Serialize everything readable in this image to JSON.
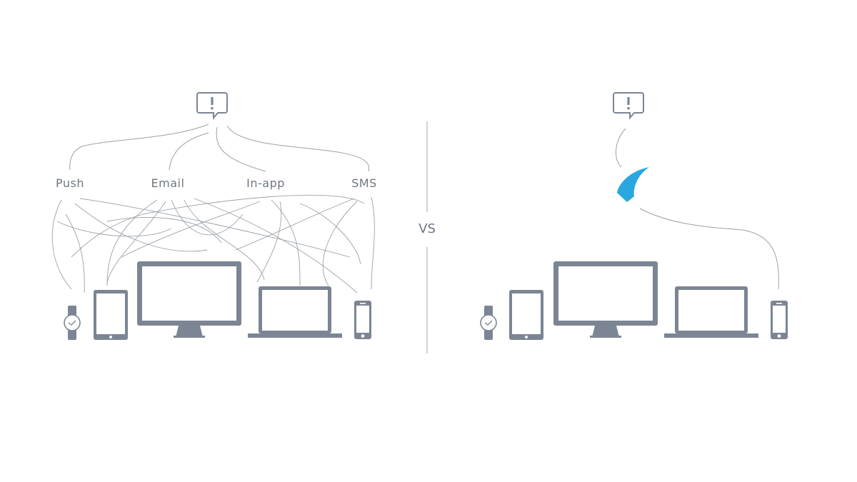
{
  "colors": {
    "device": "#7b8594",
    "line": "#9ba1a8",
    "label": "#6f7784",
    "accent": "#29a8e0",
    "divider": "#cfd2d6"
  },
  "left_panel": {
    "title": "Multiple channels",
    "alert_icon": "alert-bubble-icon",
    "channels": [
      "Push",
      "Email",
      "In-app",
      "SMS"
    ],
    "devices": [
      "watch",
      "tablet",
      "desktop-monitor",
      "laptop",
      "phone"
    ]
  },
  "divider": {
    "label": "VS"
  },
  "right_panel": {
    "alert_icon": "alert-bubble-icon",
    "hub_icon": "fin-logo-icon",
    "devices": [
      "watch",
      "tablet",
      "desktop-monitor",
      "laptop",
      "phone"
    ]
  }
}
